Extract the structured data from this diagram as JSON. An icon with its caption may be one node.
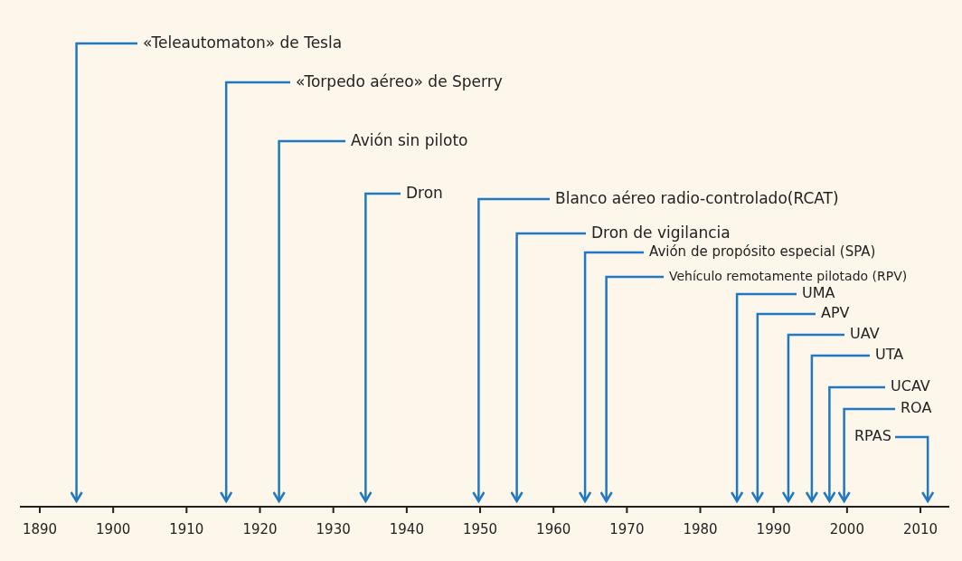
{
  "diagram": {
    "nodes": [
      {
        "text": [
          "«Teleautomaton» de Tesla"
        ]
      },
      {
        "text": [
          "«Torpedo aéreo» de Sperry"
        ]
      },
      {
        "text": [
          "Avión sin piloto"
        ]
      },
      {
        "text": [
          "Dron"
        ]
      },
      {
        "text": [
          "Blanco aéreo radio-controlado(RCAT)"
        ]
      },
      {
        "text": [
          "Dron de vigilancia"
        ]
      },
      {
        "text": [
          "Avión de propósito especial (SPA)"
        ]
      },
      {
        "text": [
          "Vehículo remotamente pilotado (RPV)"
        ]
      },
      {
        "text": [
          "UMA"
        ]
      },
      {
        "text": [
          "APV"
        ]
      },
      {
        "text": [
          "UAV"
        ]
      },
      {
        "text": [
          "UTA"
        ]
      },
      {
        "text": [
          "UCAV"
        ]
      },
      {
        "text": [
          "ROA"
        ]
      },
      {
        "text": [
          "RPAS"
        ]
      }
    ],
    "edges": [
      {
        "from": 0,
        "to": null,
        "arrow": "to"
      },
      {
        "from": 1,
        "to": null,
        "arrow": "to"
      },
      {
        "from": 2,
        "to": null,
        "arrow": "to"
      },
      {
        "from": 3,
        "to": null,
        "arrow": "to"
      },
      {
        "from": 4,
        "to": null,
        "arrow": "to"
      },
      {
        "from": 5,
        "to": null,
        "arrow": "to"
      },
      {
        "from": 6,
        "to": null,
        "arrow": "to"
      },
      {
        "from": 7,
        "to": null,
        "arrow": "to"
      },
      {
        "from": 8,
        "to": null,
        "arrow": "to"
      },
      {
        "from": 9,
        "to": null,
        "arrow": "to"
      },
      {
        "from": 10,
        "to": null,
        "arrow": "to"
      },
      {
        "from": 11,
        "to": null,
        "arrow": "to"
      },
      {
        "from": 12,
        "to": null,
        "arrow": "to"
      },
      {
        "from": 13,
        "to": null,
        "arrow": "to"
      },
      {
        "from": 14,
        "to": null,
        "arrow": "to"
      }
    ],
    "labels": [
      "1890",
      "1900",
      "1910",
      "1920",
      "1930",
      "1940",
      "1950",
      "1960",
      "1970",
      "1980",
      "1990",
      "2000",
      "2010"
    ]
  }
}
